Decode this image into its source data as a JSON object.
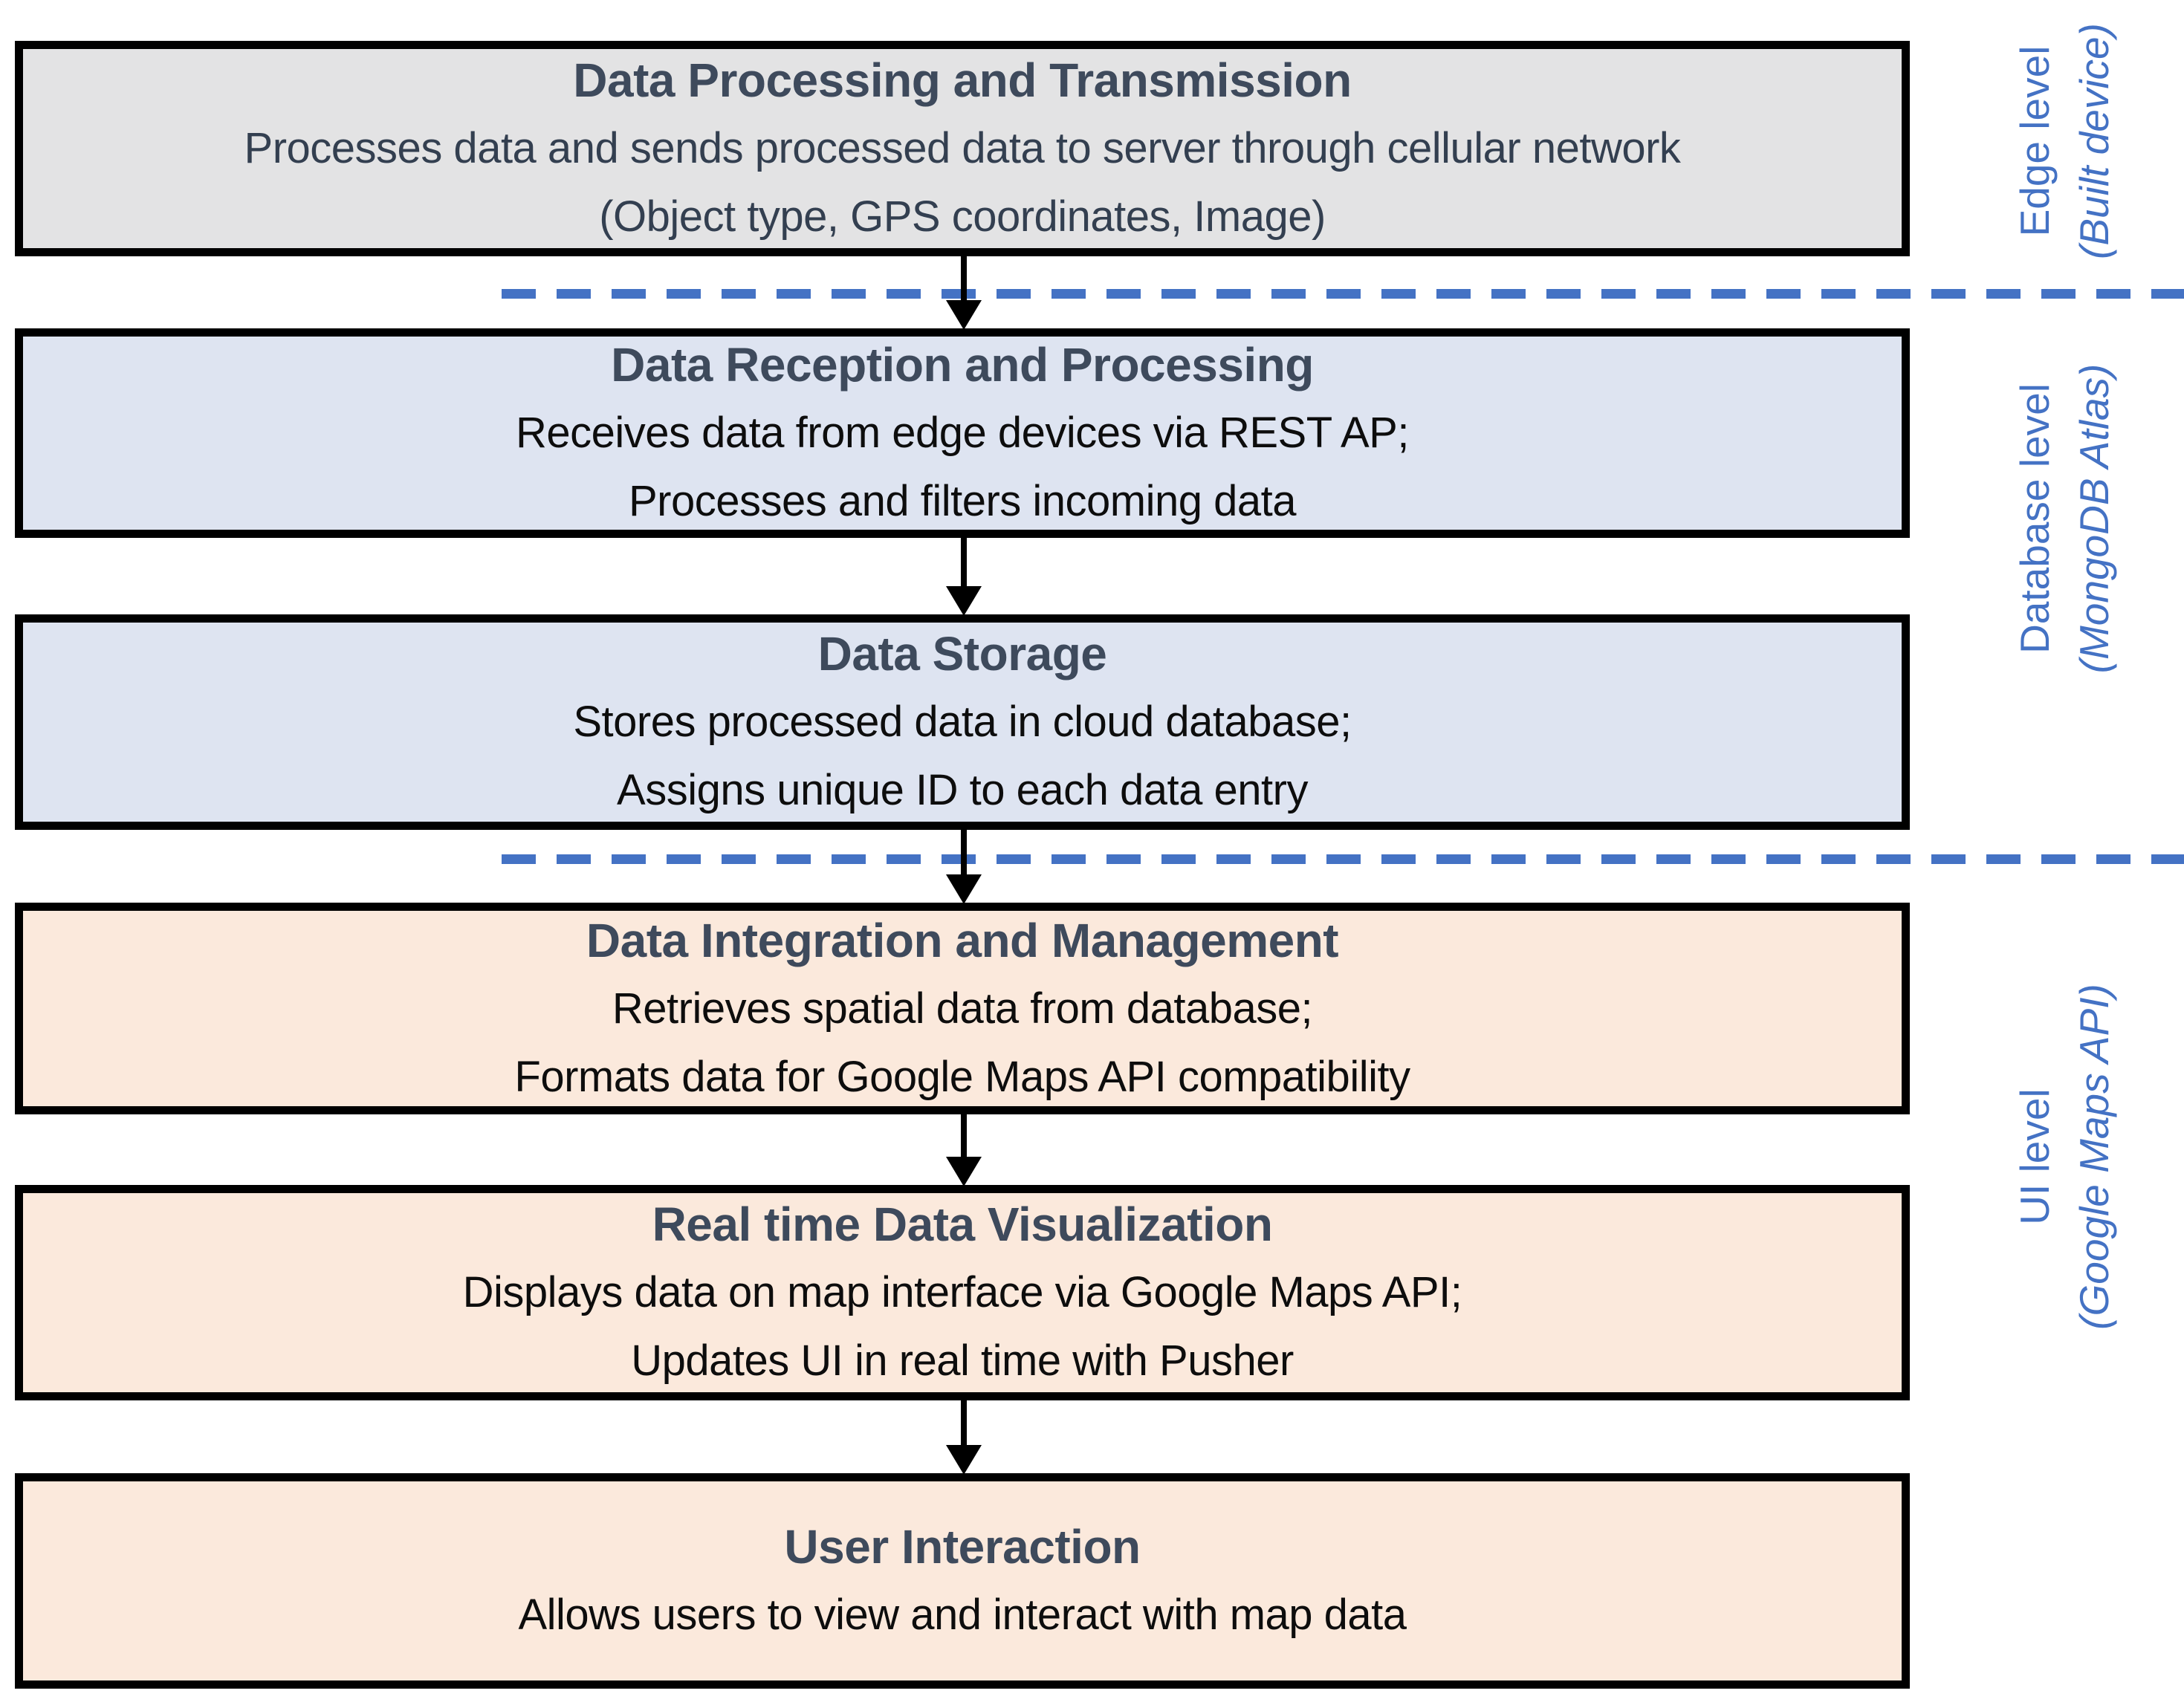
{
  "flow": {
    "boxes": [
      {
        "title": "Data Processing and Transmission",
        "lines": [
          "Processes data and sends processed data to server through cellular network",
          "(Object type, GPS coordinates, Image)"
        ]
      },
      {
        "title": "Data Reception and Processing",
        "lines": [
          "Receives data from edge devices via REST AP;",
          "Processes and filters incoming data"
        ]
      },
      {
        "title": "Data Storage",
        "lines": [
          "Stores processed data in cloud database;",
          "Assigns unique ID to each data entry"
        ]
      },
      {
        "title": "Data Integration and Management",
        "lines": [
          "Retrieves spatial data from database;",
          "Formats data for Google Maps API compatibility"
        ]
      },
      {
        "title": "Real time Data Visualization",
        "lines": [
          "Displays data on map interface via Google Maps API;",
          "Updates UI in real time with Pusher"
        ]
      },
      {
        "title": "User Interaction",
        "lines": [
          "Allows users to view and interact with map data"
        ]
      }
    ],
    "levels": [
      {
        "label": "Edge level",
        "sublabel": "(Built device)"
      },
      {
        "label": "Database level",
        "sublabel": "(MongoDB Atlas)"
      },
      {
        "label": "UI level",
        "sublabel": "(Google Maps API)"
      }
    ],
    "colors": {
      "edge_fill": "#e3e3e4",
      "database_fill": "#dee4f1",
      "ui_fill": "#fbe9dc",
      "box_border": "#000000",
      "title_text": "#3e4a5c",
      "edge_body_text": "#333f50",
      "body_text": "#0d0d0d",
      "accent_blue": "#4472c4"
    }
  }
}
